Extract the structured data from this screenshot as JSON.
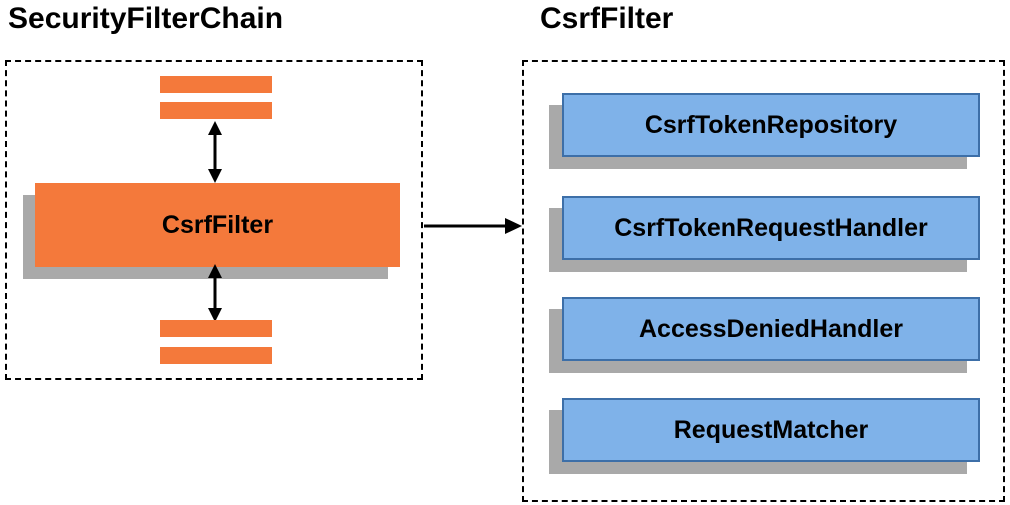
{
  "left_panel": {
    "title": "SecurityFilterChain",
    "filter_label": "CsrfFilter"
  },
  "right_panel": {
    "title": "CsrfFilter",
    "components": [
      {
        "label": "CsrfTokenRepository"
      },
      {
        "label": "CsrfTokenRequestHandler"
      },
      {
        "label": "AccessDeniedHandler"
      },
      {
        "label": "RequestMatcher"
      }
    ]
  },
  "icons": {
    "vertical_double_arrow": "double-headed-arrow",
    "horizontal_arrow": "right-arrow"
  },
  "colors": {
    "orange": "#F4793B",
    "blue": "#7FB2E9",
    "blue_border": "#3D6FA8",
    "shadow": "#A9A9A9",
    "line": "#000000"
  }
}
